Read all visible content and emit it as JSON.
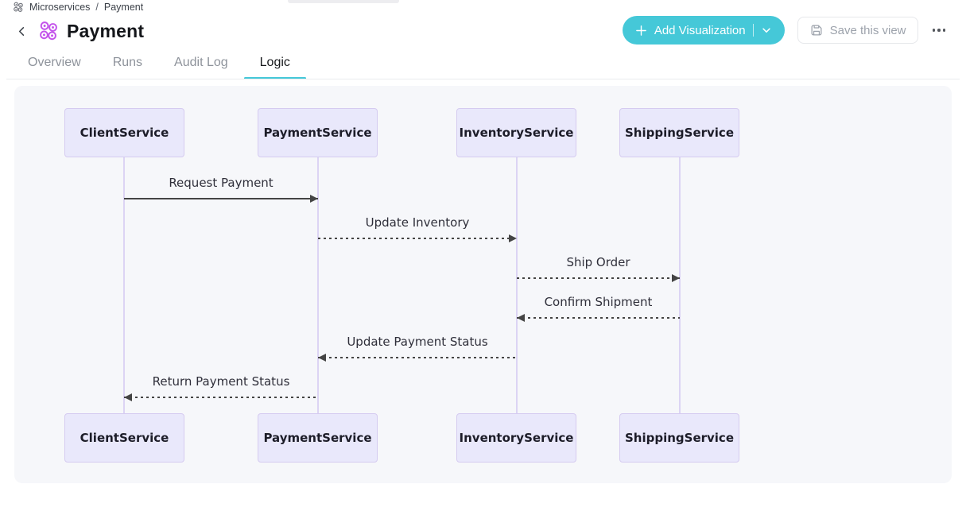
{
  "header": {
    "breadcrumb": {
      "items": [
        "Microservices",
        "Payment"
      ],
      "separator": "/"
    },
    "title": "Payment",
    "tabs": [
      {
        "label": "Overview",
        "active": false
      },
      {
        "label": "Runs",
        "active": false
      },
      {
        "label": "Audit Log",
        "active": false
      },
      {
        "label": "Logic",
        "active": true
      }
    ],
    "actions": {
      "add_visualization": "Add Visualization",
      "save_view": "Save this view"
    }
  },
  "diagram": {
    "type": "sequence-diagram",
    "actors": [
      {
        "name": "ClientService"
      },
      {
        "name": "PaymentService"
      },
      {
        "name": "InventoryService"
      },
      {
        "name": "ShippingService"
      }
    ],
    "messages": [
      {
        "label": "Request Payment",
        "from": "ClientService",
        "to": "PaymentService",
        "line": "solid",
        "direction": "right"
      },
      {
        "label": "Update Inventory",
        "from": "PaymentService",
        "to": "InventoryService",
        "line": "dashed",
        "direction": "right"
      },
      {
        "label": "Ship Order",
        "from": "InventoryService",
        "to": "ShippingService",
        "line": "dashed",
        "direction": "right"
      },
      {
        "label": "Confirm Shipment",
        "from": "ShippingService",
        "to": "InventoryService",
        "line": "dashed",
        "direction": "left"
      },
      {
        "label": "Update Payment Status",
        "from": "InventoryService",
        "to": "PaymentService",
        "line": "dashed",
        "direction": "left"
      },
      {
        "label": "Return Payment Status",
        "from": "PaymentService",
        "to": "ClientService",
        "line": "dashed",
        "direction": "left"
      }
    ],
    "colors": {
      "accent_teal": "#45c8d8",
      "icon_purple": "#c454eb",
      "actor_fill": "#e9e8fb",
      "actor_border": "#d5cbf0",
      "lifeline": "#dcd4f4",
      "message_line": "#444444",
      "panel_bg": "#f6f7fa"
    }
  }
}
